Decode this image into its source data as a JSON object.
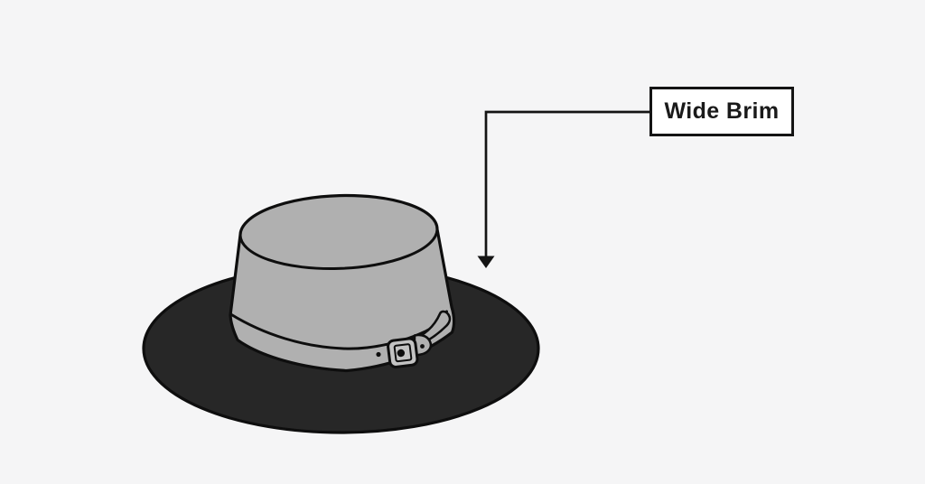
{
  "callout": {
    "label": "Wide Brim",
    "labeled_part": "brim"
  },
  "diagram": {
    "subject": "wide-brim hat illustration",
    "parts": [
      "brim",
      "crown",
      "hat band",
      "buckle",
      "strap"
    ]
  },
  "colors": {
    "background": "#f5f5f6",
    "brim": "#272727",
    "crown": "#b0b0b0",
    "band": "#b0b0b0",
    "buckle": "#c3c3c3",
    "outline": "#0e0e0e",
    "arrow": "#141414",
    "label_box_bg": "#ffffff",
    "label_text": "#1a1a1a"
  }
}
